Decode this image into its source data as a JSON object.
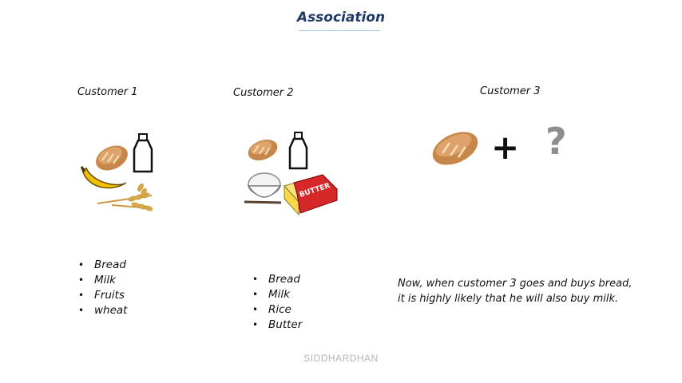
{
  "title": "Association",
  "customers": [
    {
      "label": "Customer 1",
      "items": [
        "Bread",
        "Milk",
        "Fruits",
        "wheat"
      ]
    },
    {
      "label": "Customer 2",
      "items": [
        "Bread",
        "Milk",
        "Rice",
        "Butter"
      ]
    },
    {
      "label": "Customer 3"
    }
  ],
  "customer3": {
    "plus": "+",
    "unknown": "?"
  },
  "butter_pack_text": "BUTTER",
  "note_lines": [
    "Now, when customer 3 goes and buys bread,",
    "it is highly likely that he will also buy milk."
  ],
  "watermark": "SIDDHARDHAN",
  "colors": {
    "title": "#1f3864",
    "underline": "#9dc3e6",
    "bread": "#c8874a",
    "banana": "#f2c200",
    "wheat": "#c99a3c",
    "butter": "#f7d84a",
    "butter_pack": "#d62828",
    "question": "#8e8e8e"
  }
}
